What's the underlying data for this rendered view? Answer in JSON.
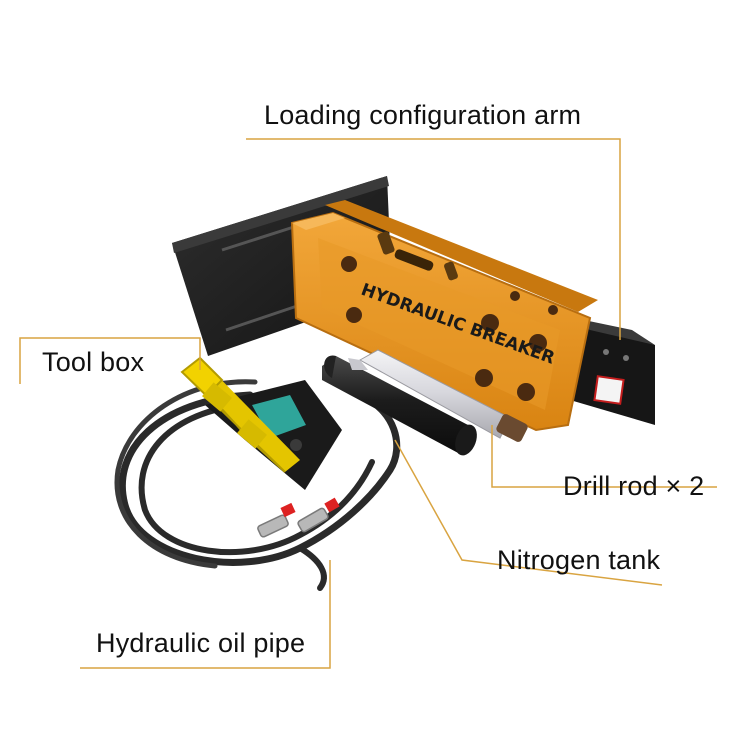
{
  "labels": {
    "loading_arm": "Loading configuration arm",
    "tool_box": "Tool box",
    "drill_rod": "Drill rod × 2",
    "nitrogen_tank": "Nitrogen tank",
    "hydraulic_pipe": "Hydraulic oil pipe"
  },
  "product": {
    "stencil_text": "HYDRAULIC BREAKER"
  },
  "colors": {
    "leader_line": "#D9A441",
    "breaker_body": "#E8961E",
    "breaker_shadow": "#B86E10",
    "mount_plate": "#1E1E1E",
    "tool_box_lid": "#F2D200",
    "hose": "#2A2A2A"
  }
}
